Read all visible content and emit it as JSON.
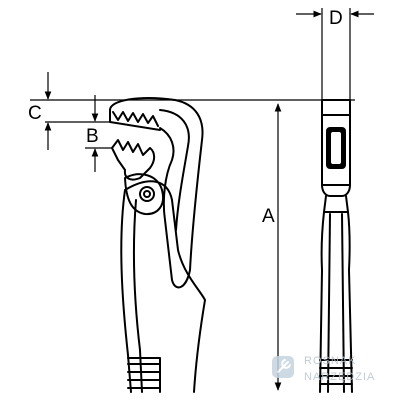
{
  "diagram": {
    "dimension_labels": {
      "a": "A",
      "b": "B",
      "c": "C",
      "d": "D"
    }
  },
  "watermark": {
    "line1": "ROSNAK",
    "line2": "NARZĘDZIA",
    "icon": "wrench-logo-icon"
  }
}
